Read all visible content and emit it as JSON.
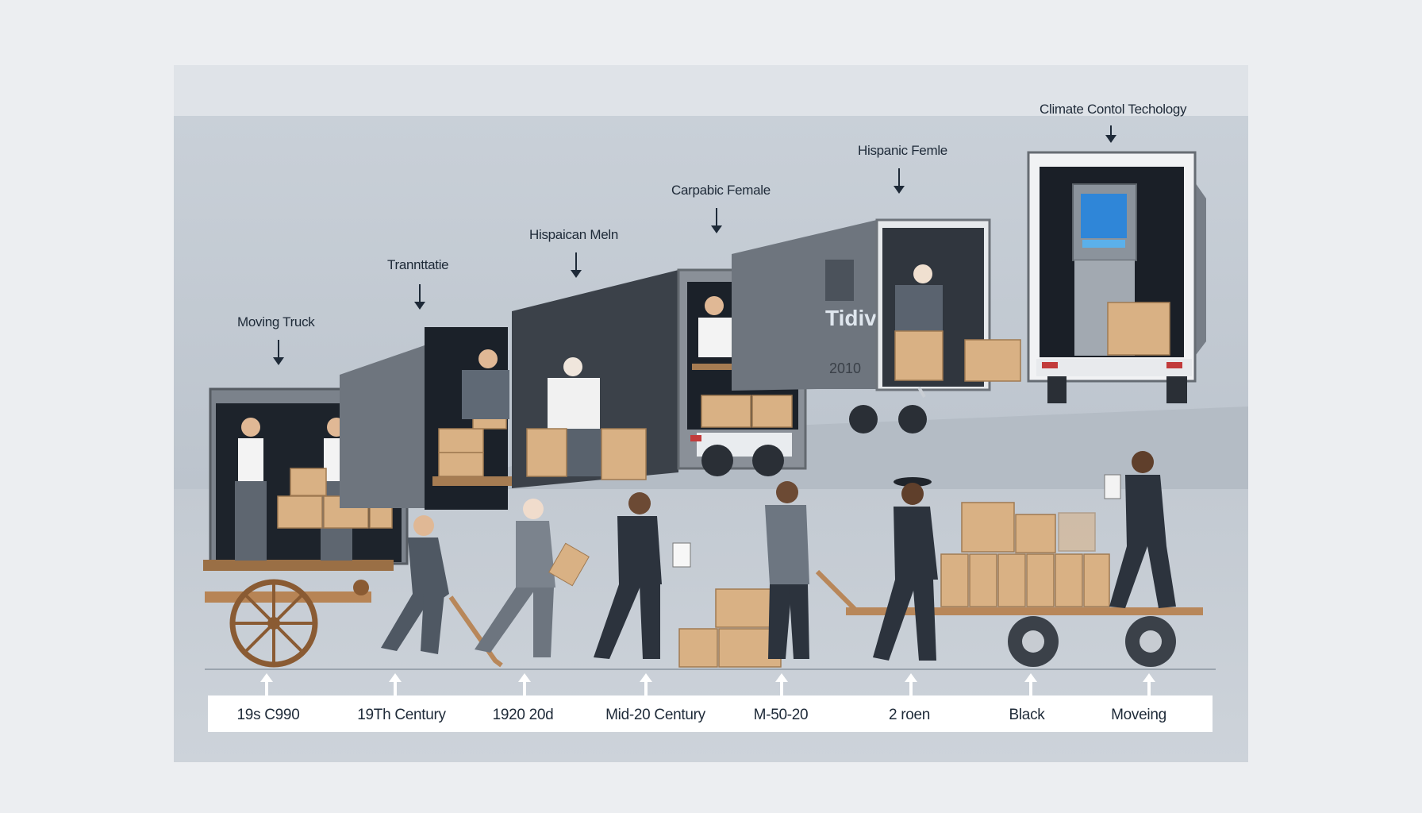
{
  "top_labels": [
    "Moving Truck",
    "Trannttatie",
    "Hispaican Meln",
    "Carpabic Female",
    "Hispanic Femle",
    "Climate Contol Techology"
  ],
  "truck_side_text": {
    "brand": "Tidive",
    "year": "2010"
  },
  "era_labels": [
    "19s C990",
    "19Th Century",
    "1920 20d",
    "Mid-20 Century",
    "M-50-20",
    "2 roen",
    "Black",
    "Moveing"
  ],
  "colors": {
    "background": "#eceef1",
    "panel": "#dfe3e8",
    "box": "#d9b184",
    "truck_body": "#6c737c",
    "label_text": "#1e2a38"
  }
}
